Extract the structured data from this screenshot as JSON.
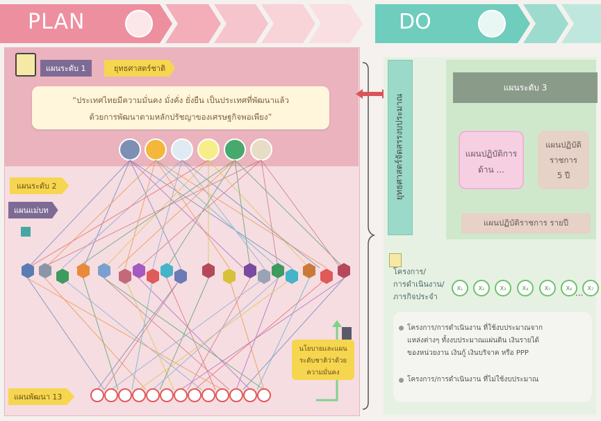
{
  "header": {
    "plan_label": "PLAN",
    "do_label": "DO"
  },
  "plan": {
    "level1_label": "แผนระดับ 1",
    "strategy_label": "ยุทธศาสตร์ชาติ",
    "vision_line1": "“ประเทศไทยมีความมั่นคง มั่งคั่ง ยั่งยืน เป็นประเทศที่พัฒนาแล้ว",
    "vision_line2": "ด้วยการพัฒนาตามหลักปรัชญาของเศรษฐกิจพอเพียง”",
    "level2_label": "แผนระดับ 2",
    "master_plan_label": "แผนแม่บท",
    "dev_plan_label": "แผนพัฒนา 13",
    "security_policy_line1": "นโยบายและแผน",
    "security_policy_line2": "ระดับชาติว่าด้วย",
    "security_policy_line3": "ความมั่นคง",
    "colors": {
      "panel": "#f1cdd3",
      "panel_top": "#e7a9b3",
      "vision_bg": "#fff6dc",
      "tag_yellow": "#f6d64f",
      "tag_purple": "#7e6b95"
    }
  },
  "do": {
    "budget_strategy": "ยุทธศาสตร์จัดสรรงบประมาณ",
    "level3_label": "แผนระดับ 3",
    "action_plan_line1": "แผนปฏิบัติการ",
    "action_plan_line2": "ด้าน ...",
    "gov_plan_line1": "แผนปฏิบัติ",
    "gov_plan_line2": "ราชการ",
    "gov_plan_line3": "5 ปี",
    "annual_plan": "แผนปฏิบัติราชการ รายปี",
    "projects_line1": "โครงการ/",
    "projects_line2": "การดำเนินงาน/",
    "projects_line3": "ภารกิจประจำ",
    "x_nodes": [
      "X₁",
      "X₂",
      "X₃",
      "X₄",
      "X₅",
      "X₆",
      "X₇"
    ],
    "ellipsis": "...",
    "note1_line1": "โครงการ/การดำเนินงาน ที่ใช้งบประมาณจาก",
    "note1_line2": "แหล่งต่างๆ ทั้งงบประมาณแผ่นดิน เงินรายได้",
    "note1_line3": "ของหน่วยงาน เงินกู้ เงินบริจาค หรือ PPP",
    "note2": "โครงการ/การดำเนินงาน ที่ไม่ใช้งบประมาณ",
    "colors": {
      "panel": "#d6ebd3",
      "header": "#7fcfc0",
      "level3_bg": "#8b9b8a",
      "box_pink": "#f7cfe3",
      "box_beige": "#e6d2c6",
      "arrow_green": "#5fc07a"
    }
  }
}
